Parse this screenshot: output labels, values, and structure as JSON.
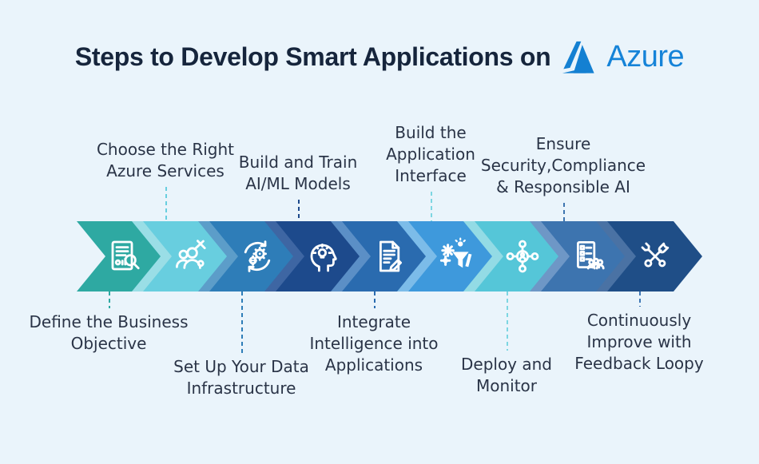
{
  "background": "#EAF4FB",
  "title": {
    "text": "Steps to Develop Smart Applications on",
    "color": "#16253C",
    "azure_wordmark": "Azure",
    "azure_color": "#1583D8",
    "azure_logo_icon": "azure-logo-icon"
  },
  "steps": [
    {
      "lines": [
        "Define the Business",
        "Objective"
      ],
      "side": "below",
      "icon": "document-search-icon",
      "color": "#2EA9A2",
      "light": null,
      "connector": "#2EA9A2"
    },
    {
      "lines": [
        "Choose the Right",
        "Azure Services"
      ],
      "side": "above",
      "icon": "team-tools-icon",
      "color": "#68CEDF",
      "light": "#9ADEE6",
      "connector": "#68CEDF"
    },
    {
      "lines": [
        "Set Up Your Data",
        "Infrastructure"
      ],
      "side": "below",
      "icon": "gears-sync-icon",
      "color": "#2E7DB8",
      "light": "#5C9DC9",
      "connector": "#2E7DB8"
    },
    {
      "lines": [
        "Build and Train",
        "AI/ML Models"
      ],
      "side": "above",
      "icon": "head-lightbulb-icon",
      "color": "#1D4A8C",
      "light": "#3E66A3",
      "connector": "#1D4A8C"
    },
    {
      "lines": [
        "Integrate",
        "Intelligence into",
        "Applications"
      ],
      "side": "below",
      "icon": "document-pencil-icon",
      "color": "#2A6BAF",
      "light": "#5B8FC6",
      "connector": "#2A6BAF"
    },
    {
      "lines": [
        "Build the",
        "Application",
        "Interface"
      ],
      "side": "above",
      "icon": "automation-funnel-icon",
      "color": "#3E99DC",
      "light": "#7CBCE9",
      "connector": "#7DD6E2"
    },
    {
      "lines": [
        "Deploy and",
        "Monitor"
      ],
      "side": "below",
      "icon": "network-deploy-icon",
      "color": "#55C6D8",
      "light": "#93DBE5",
      "connector": "#7DD6E2"
    },
    {
      "lines": [
        "Ensure",
        "Security,Compliance",
        "& Responsible AI"
      ],
      "side": "above",
      "icon": "checklist-people-icon",
      "color": "#3D74AF",
      "light": "#6E97C6",
      "connector": "#3D74AF"
    },
    {
      "lines": [
        "Continuously",
        "Improve with",
        "Feedback Loopy"
      ],
      "side": "below",
      "icon": "wrench-tools-icon",
      "color": "#1F4E87",
      "light": "#4A72A4",
      "connector": "#3E77B5"
    }
  ]
}
